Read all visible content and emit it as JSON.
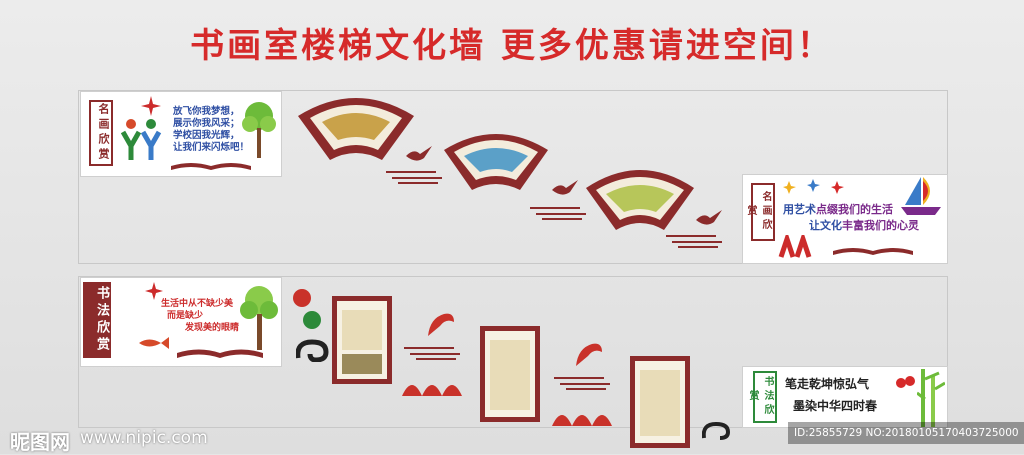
{
  "headline": "书画室楼梯文化墙  更多优惠请进空间！",
  "top_wall": {
    "left_panel": {
      "badge": "名画欣赏",
      "slogan_lines": [
        "放飞你我梦想，",
        "展示你我风采；",
        "学校因我光辉，",
        "让我们来闪烁吧！"
      ]
    },
    "right_panel": {
      "badge": "名画欣赏",
      "lines": [
        {
          "prefix": "用艺术",
          "highlight": "点缀我们的生活",
          "color": "#2f4fa3"
        },
        {
          "prefix": "让文化",
          "highlight": "丰富我们的心灵",
          "color": "#2f4fa3"
        }
      ]
    }
  },
  "bottom_wall": {
    "left_panel": {
      "badge": "书法欣赏",
      "slogan_lines": [
        "生活中从不缺少美",
        "而是缺少",
        "发现美的眼睛"
      ]
    },
    "right_panel": {
      "badge": "书法欣赏",
      "lines": [
        "笔走乾坤惊弘气",
        "墨染中华四时春"
      ]
    }
  },
  "watermark": {
    "logo": "昵图网",
    "url": "www.nipic.com",
    "id_text": "ID:25855729 NO:20180105170403725000"
  },
  "colors": {
    "brand_red": "#d62a2a",
    "frame_brown": "#8b2b2b",
    "accent_blue": "#2f4fa3",
    "accent_green": "#2d8a3a"
  }
}
